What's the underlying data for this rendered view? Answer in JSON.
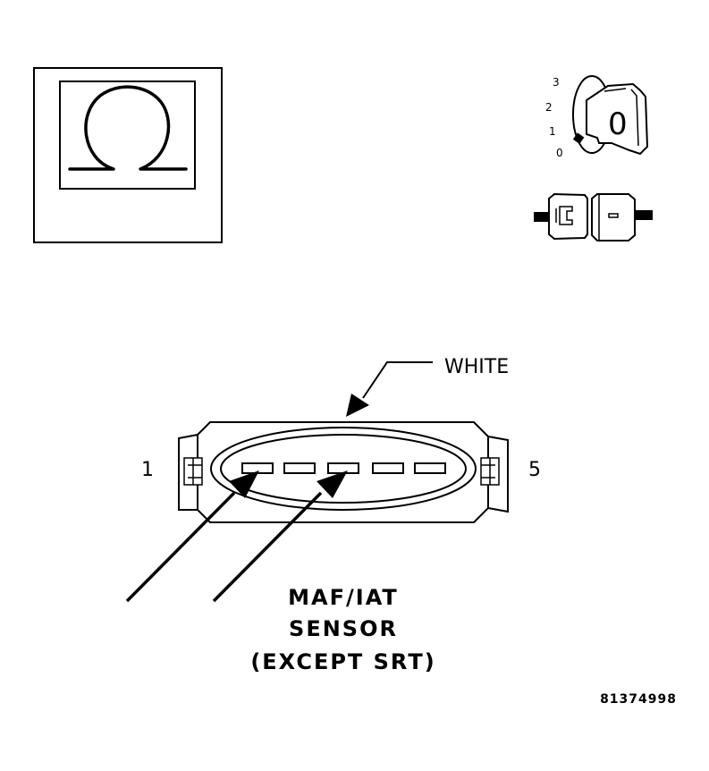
{
  "ohmmeter_symbol": {
    "icon": "ohm-symbol-icon",
    "glyph": "Ω"
  },
  "ignition_key": {
    "icon": "ignition-key-icon",
    "positions": [
      "3",
      "2",
      "1",
      "0"
    ],
    "key_label": "0"
  },
  "connector_icon": {
    "icon": "disconnected-connector-icon"
  },
  "callout": {
    "wire_color": "WHITE"
  },
  "pins": {
    "left": "1",
    "right": "5"
  },
  "component": {
    "line1": "MAF/IAT",
    "line2": "SENSOR",
    "line3": "(EXCEPT SRT)"
  },
  "figure_id": "81374998"
}
